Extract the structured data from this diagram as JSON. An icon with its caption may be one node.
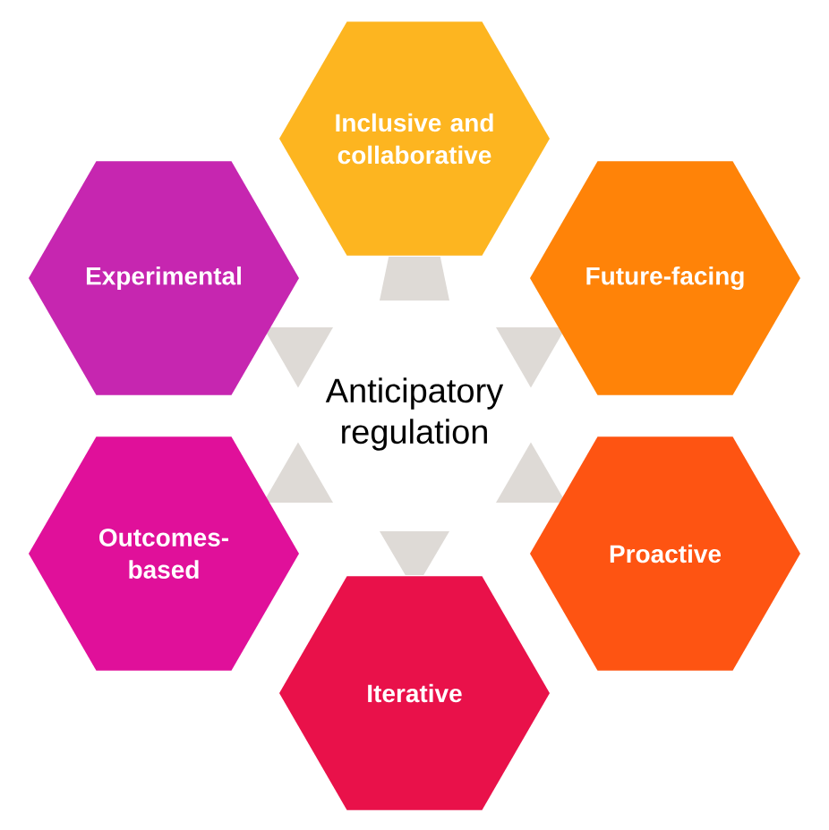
{
  "diagram": {
    "nodes": [
      {
        "text": [
          "Inclusive and collaborative"
        ]
      },
      {
        "text": [
          "Experimental"
        ]
      },
      {
        "text": [
          "Future-facing"
        ]
      },
      {
        "text": [
          "Outcomes-based"
        ]
      },
      {
        "text": [
          "Proactive"
        ]
      },
      {
        "text": [
          "Iterative"
        ]
      }
    ],
    "labels": [
      "Anticipatory regulation"
    ]
  }
}
